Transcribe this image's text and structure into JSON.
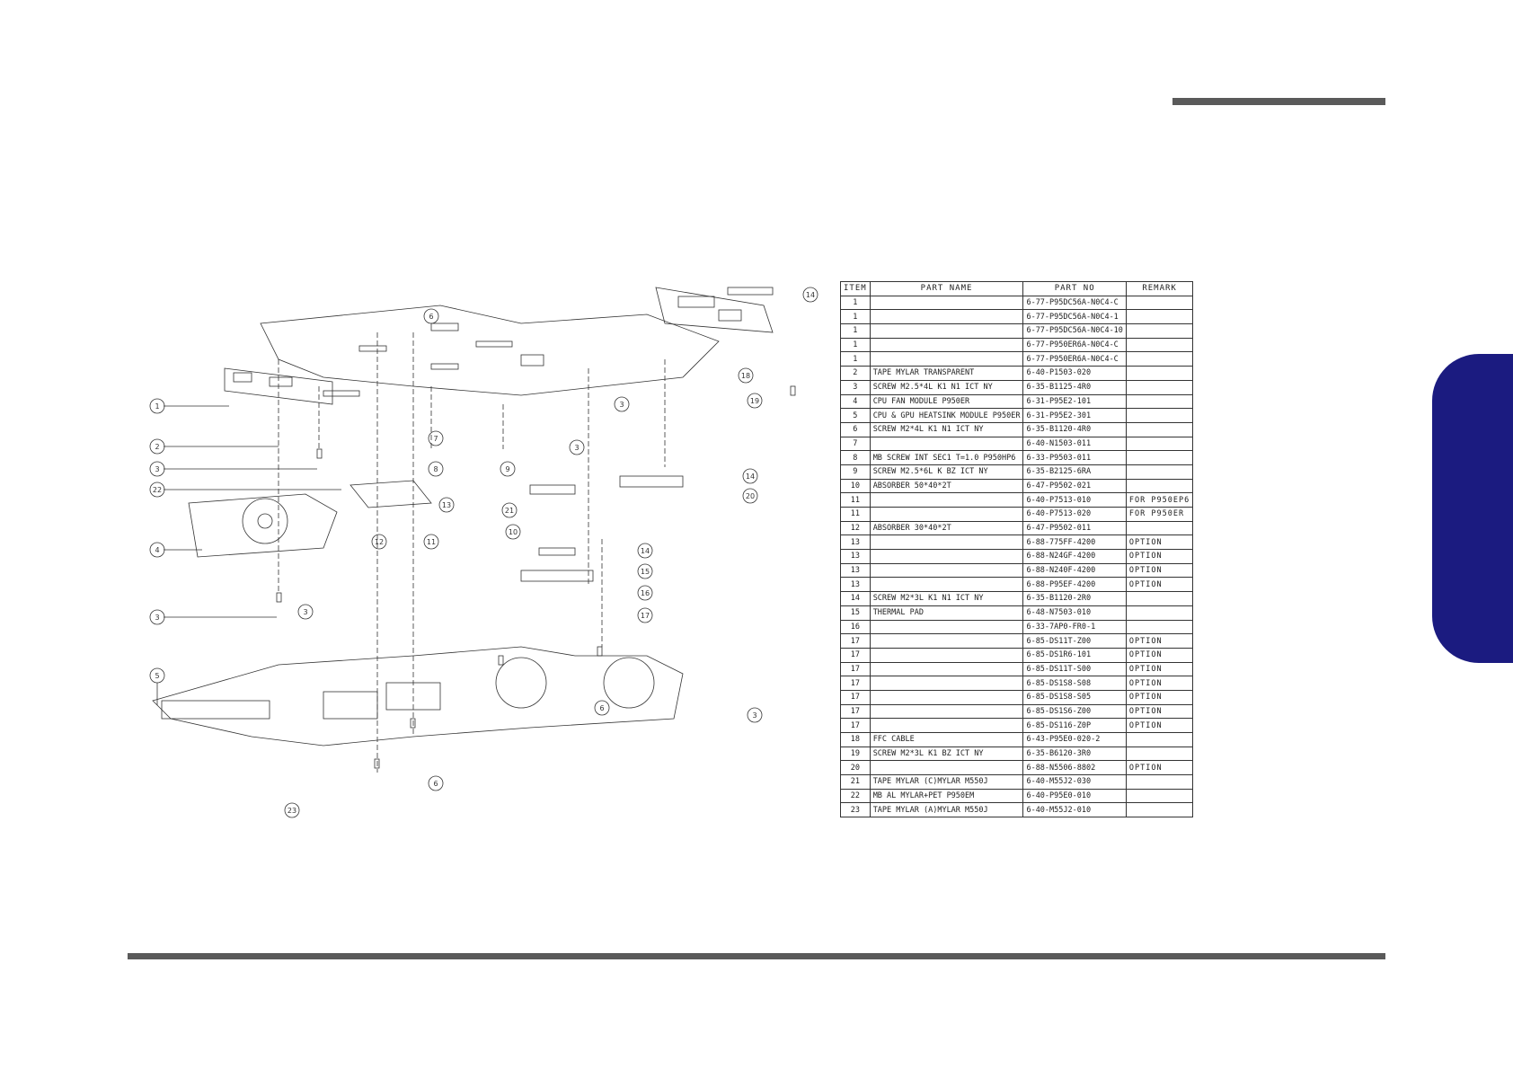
{
  "table": {
    "headers": {
      "item": "ITEM",
      "name": "PART    NAME",
      "number": "PART    NO",
      "remark": "REMARK"
    },
    "rows": [
      {
        "item": "1",
        "name": "",
        "number": "6-77-P95DC56A-N0C4-C",
        "remark": ""
      },
      {
        "item": "1",
        "name": "",
        "number": "6-77-P95DC56A-N0C4-1",
        "remark": ""
      },
      {
        "item": "1",
        "name": "",
        "number": "6-77-P95DC56A-N0C4-10",
        "remark": ""
      },
      {
        "item": "1",
        "name": "",
        "number": "6-77-P950ER6A-N0C4-C",
        "remark": ""
      },
      {
        "item": "1",
        "name": "",
        "number": "6-77-P950ER6A-N0C4-C",
        "remark": ""
      },
      {
        "item": "2",
        "name": "TAPE MYLAR TRANSPARENT",
        "number": "6-40-P1503-020",
        "remark": ""
      },
      {
        "item": "3",
        "name": "SCREW M2.5*4L K1 N1 ICT NY",
        "number": "6-35-B1125-4R0",
        "remark": ""
      },
      {
        "item": "4",
        "name": "CPU FAN MODULE P950ER",
        "number": "6-31-P95E2-101",
        "remark": ""
      },
      {
        "item": "5",
        "name": "CPU & GPU HEATSINK MODULE P950ER",
        "number": "6-31-P95E2-301",
        "remark": ""
      },
      {
        "item": "6",
        "name": "SCREW M2*4L K1 N1 ICT NY",
        "number": "6-35-B1120-4R0",
        "remark": ""
      },
      {
        "item": "7",
        "name": "",
        "number": "6-40-N1503-011",
        "remark": ""
      },
      {
        "item": "8",
        "name": "MB SCREW INT SEC1 T=1.0 P950HP6",
        "number": "6-33-P9503-011",
        "remark": ""
      },
      {
        "item": "9",
        "name": "SCREW M2.5*6L K BZ ICT NY",
        "number": "6-35-B2125-6RA",
        "remark": ""
      },
      {
        "item": "10",
        "name": "ABSORBER 50*40*2T",
        "number": "6-47-P9502-021",
        "remark": ""
      },
      {
        "item": "11",
        "name": "",
        "number": "6-40-P7513-010",
        "remark": "FOR P950EP6"
      },
      {
        "item": "11",
        "name": "",
        "number": "6-40-P7513-020",
        "remark": "FOR P950ER"
      },
      {
        "item": "12",
        "name": "ABSORBER 30*40*2T",
        "number": "6-47-P9502-011",
        "remark": ""
      },
      {
        "item": "13",
        "name": "",
        "number": "6-88-775FF-4200",
        "remark": "OPTION"
      },
      {
        "item": "13",
        "name": "",
        "number": "6-88-N24GF-4200",
        "remark": "OPTION"
      },
      {
        "item": "13",
        "name": "",
        "number": "6-88-N240F-4200",
        "remark": "OPTION"
      },
      {
        "item": "13",
        "name": "",
        "number": "6-88-P95EF-4200",
        "remark": "OPTION"
      },
      {
        "item": "14",
        "name": "SCREW M2*3L K1 N1 ICT NY",
        "number": "6-35-B1120-2R0",
        "remark": ""
      },
      {
        "item": "15",
        "name": "THERMAL PAD",
        "number": "6-48-N7503-010",
        "remark": ""
      },
      {
        "item": "16",
        "name": "",
        "number": "6-33-7AP0-FR0-1",
        "remark": ""
      },
      {
        "item": "17",
        "name": "",
        "number": "6-85-DS11T-Z00",
        "remark": "OPTION"
      },
      {
        "item": "17",
        "name": "",
        "number": "6-85-DS1R6-101",
        "remark": "OPTION"
      },
      {
        "item": "17",
        "name": "",
        "number": "6-85-DS11T-S00",
        "remark": "OPTION"
      },
      {
        "item": "17",
        "name": "",
        "number": "6-85-DS1S8-S08",
        "remark": "OPTION"
      },
      {
        "item": "17",
        "name": "",
        "number": "6-85-DS1S8-S05",
        "remark": "OPTION"
      },
      {
        "item": "17",
        "name": "",
        "number": "6-85-DS1S6-Z00",
        "remark": "OPTION"
      },
      {
        "item": "17",
        "name": "",
        "number": "6-85-DS116-Z0P",
        "remark": "OPTION"
      },
      {
        "item": "18",
        "name": "FFC CABLE",
        "number": "6-43-P95E0-020-2",
        "remark": ""
      },
      {
        "item": "19",
        "name": "SCREW M2*3L K1 BZ ICT NY",
        "number": "6-35-B6120-3R0",
        "remark": ""
      },
      {
        "item": "20",
        "name": "",
        "number": "6-88-N5506-8802",
        "remark": "OPTION"
      },
      {
        "item": "21",
        "name": "TAPE MYLAR (C)MYLAR M550J",
        "number": "6-40-M55J2-030",
        "remark": ""
      },
      {
        "item": "22",
        "name": "MB AL MYLAR+PET P950EM",
        "number": "6-40-P95E0-010",
        "remark": ""
      },
      {
        "item": "23",
        "name": "TAPE MYLAR (A)MYLAR M550J",
        "number": "6-40-M55J2-010",
        "remark": ""
      }
    ]
  },
  "callouts": [
    "1",
    "2",
    "3",
    "22",
    "4",
    "3",
    "5",
    "6",
    "7",
    "8",
    "9",
    "3",
    "3",
    "21",
    "13",
    "12",
    "11",
    "10",
    "14",
    "15",
    "16",
    "17",
    "14",
    "20",
    "14",
    "18",
    "19",
    "3",
    "23",
    "6",
    "3",
    "6"
  ],
  "colors": {
    "rule": "#5a5a5a",
    "tab": "#1b1b80",
    "ink": "#222222"
  }
}
